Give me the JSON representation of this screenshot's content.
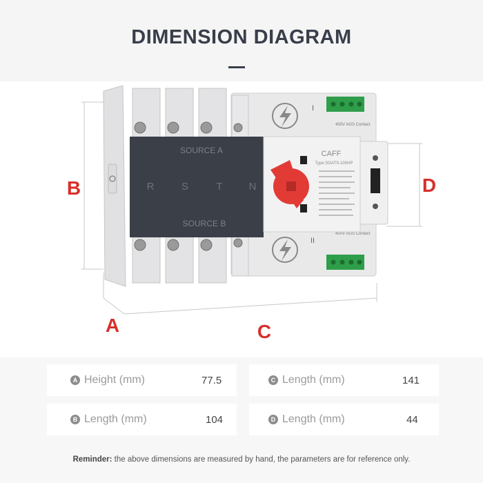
{
  "title": "DIMENSION DIAGRAM",
  "diagram": {
    "dimension_letters": {
      "a": "A",
      "b": "B",
      "c": "C",
      "d": "D"
    },
    "device": {
      "cover_top": "SOURCE A",
      "cover_bottom": "SOURCE B",
      "poles": [
        "R",
        "S",
        "T",
        "N"
      ],
      "brand": "CAFF",
      "type": "Type:SGATS-100HP",
      "state_labels": {
        "i": "I",
        "ii": "II"
      },
      "contact_label_top": "400V   AGS\nContact",
      "contact_label_bottom": "400V   AGS\nContact"
    },
    "colors": {
      "dimension_letter": "#d6302b",
      "terminal_green": "#2f9e4a",
      "handle_red": "#e23b36",
      "cover": "#3a3f48"
    }
  },
  "specs": [
    {
      "badge": "A",
      "label": "Height (mm)",
      "value": "77.5"
    },
    {
      "badge": "C",
      "label": "Length (mm)",
      "value": "141"
    },
    {
      "badge": "B",
      "label": "Length (mm)",
      "value": "104"
    },
    {
      "badge": "D",
      "label": "Length (mm)",
      "value": "44"
    }
  ],
  "reminder": {
    "lead": "Reminder:",
    "text": " the above dimensions are measured by hand, the parameters are for reference only."
  }
}
